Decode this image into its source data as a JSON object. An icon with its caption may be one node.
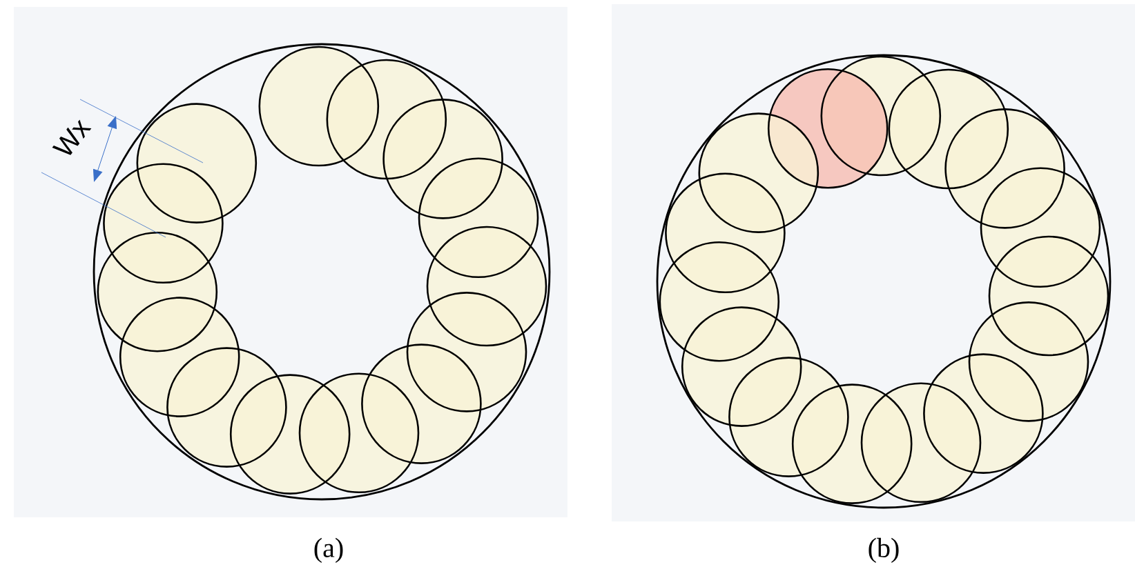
{
  "diagram": {
    "labels": [
      "Wx",
      "(a)",
      "(b)"
    ]
  }
}
